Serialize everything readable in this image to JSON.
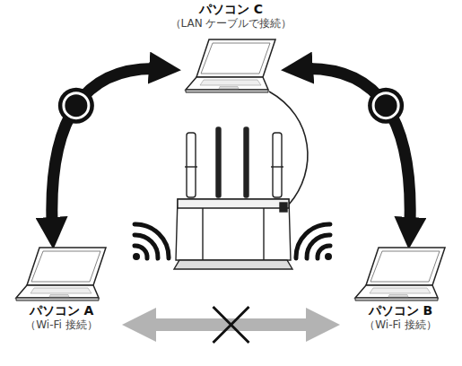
{
  "diagram": {
    "nodes": [
      {
        "text": [
          "パソコン C",
          "（LAN ケーブルで接続）"
        ]
      },
      {
        "text": [
          "パソコン A",
          "（Wi-Fi 接続）"
        ]
      },
      {
        "text": [
          "パソコン B",
          "（Wi-Fi 接続）"
        ]
      }
    ],
    "edges": [
      {
        "from": 0,
        "to": 1,
        "arrow": "both"
      },
      {
        "from": 0,
        "to": 2,
        "arrow": "both"
      },
      {
        "from": 1,
        "to": 2,
        "arrow": "both"
      }
    ]
  }
}
